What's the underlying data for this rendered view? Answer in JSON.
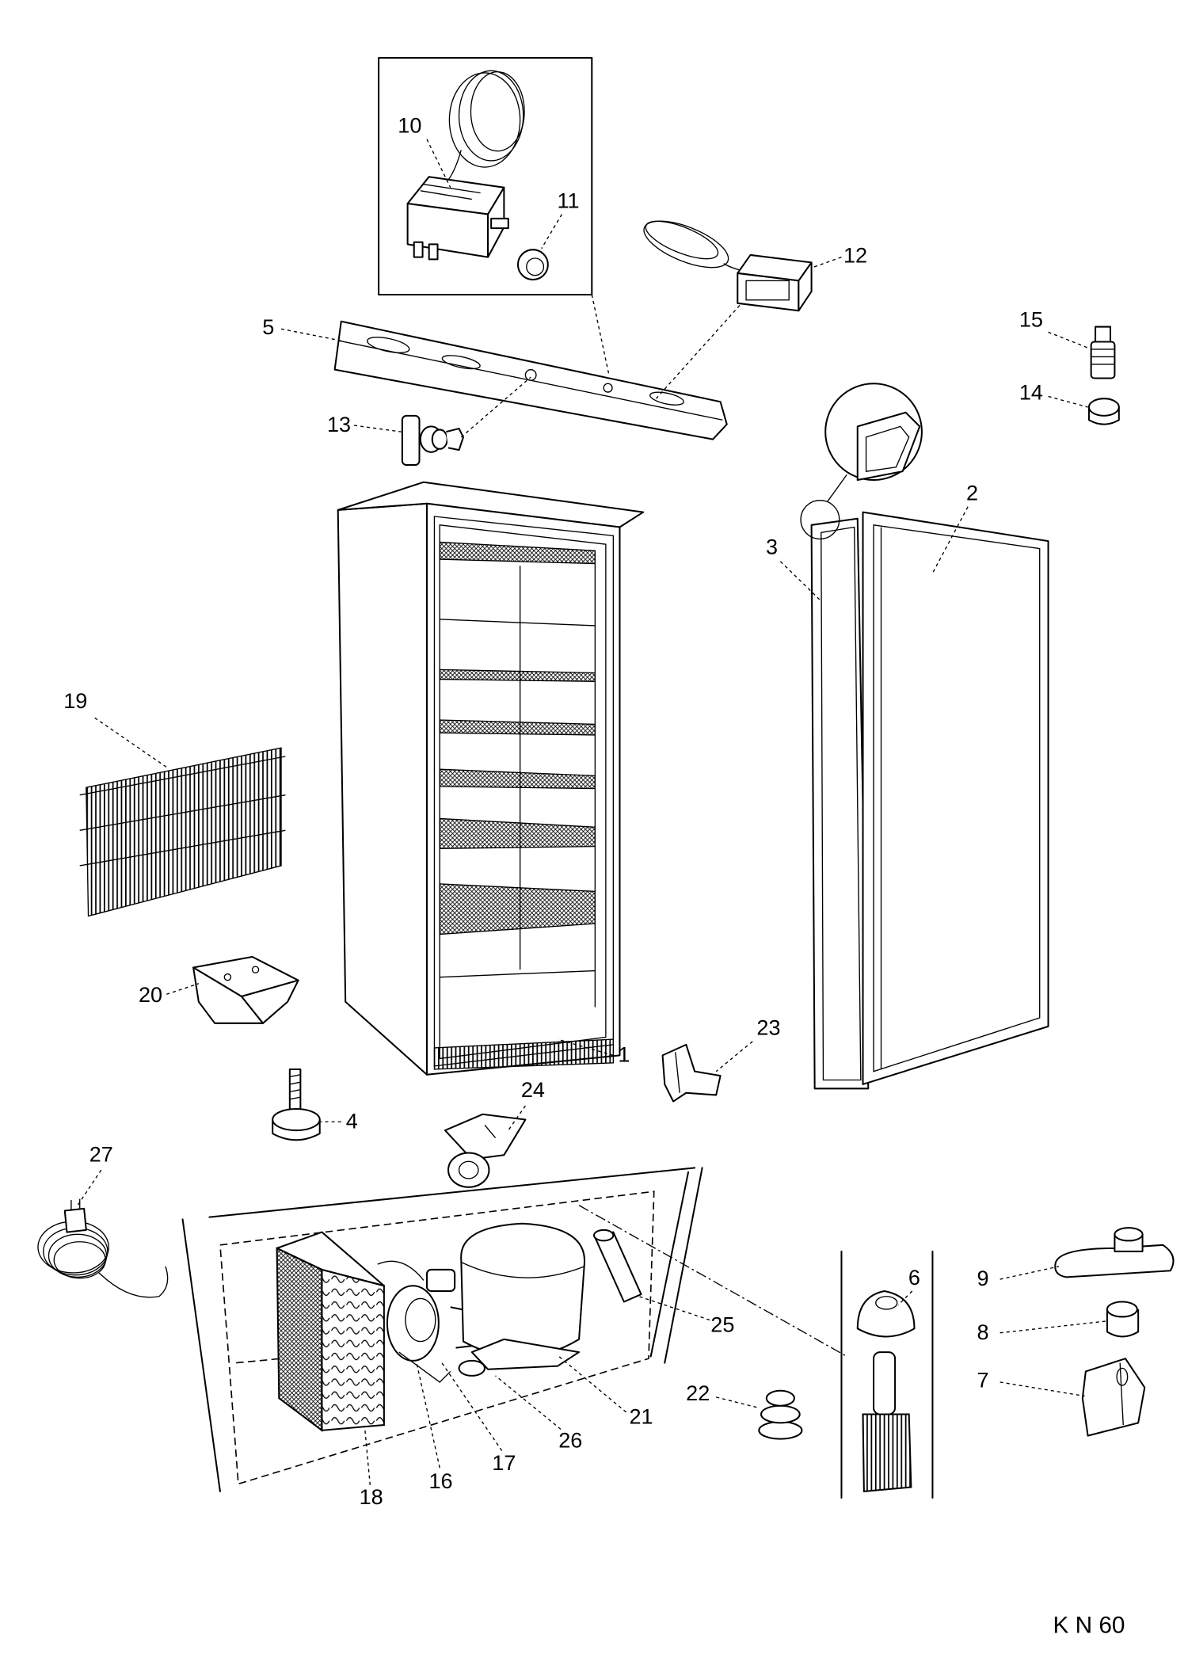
{
  "callouts": {
    "p1": "1",
    "p2": "2",
    "p3": "3",
    "p4": "4",
    "p5": "5",
    "p6": "6",
    "p7": "7",
    "p8": "8",
    "p9": "9",
    "p10": "10",
    "p11": "11",
    "p12": "12",
    "p13": "13",
    "p14": "14",
    "p15": "15",
    "p16": "16",
    "p17": "17",
    "p18": "18",
    "p19": "19",
    "p20": "20",
    "p21": "21",
    "p22": "22",
    "p23": "23",
    "p24": "24",
    "p25": "25",
    "p26": "26",
    "p27": "27"
  },
  "model_code": "K N 60"
}
